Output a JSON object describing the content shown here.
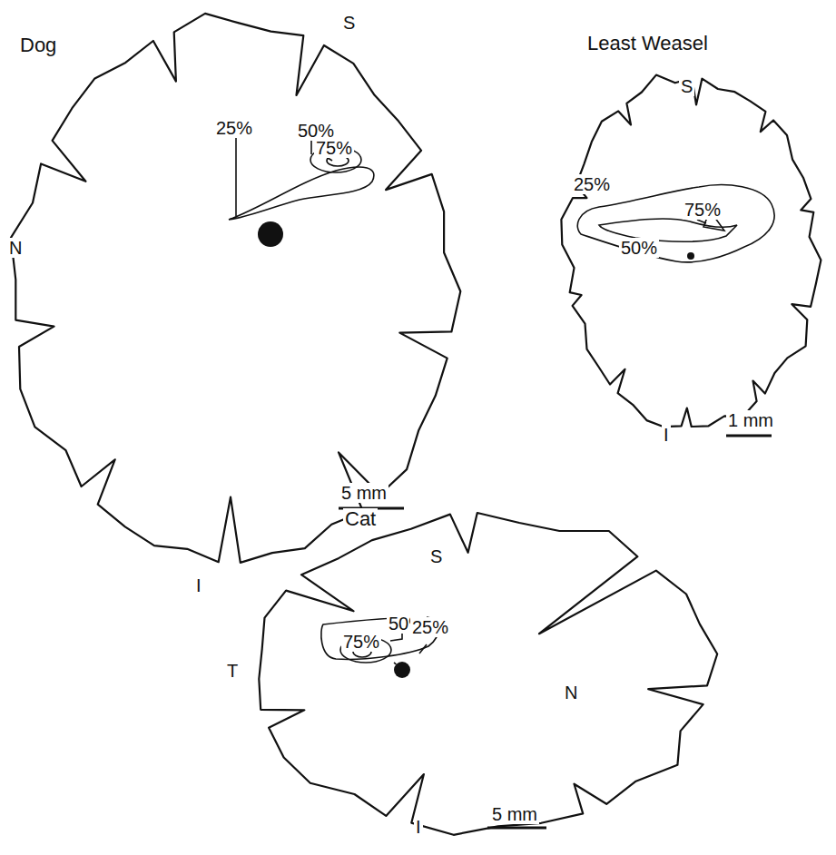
{
  "diagram": {
    "labels": [
      "Dog",
      "S",
      "N",
      "25%",
      "50%",
      "75%",
      "I",
      "5 mm",
      "Least Weasel",
      "S",
      "25%",
      "75%",
      "50%",
      "I",
      "1 mm",
      "Cat",
      "S",
      "T",
      "50%",
      "75%",
      "25%",
      "N",
      "I",
      "5 mm"
    ]
  }
}
